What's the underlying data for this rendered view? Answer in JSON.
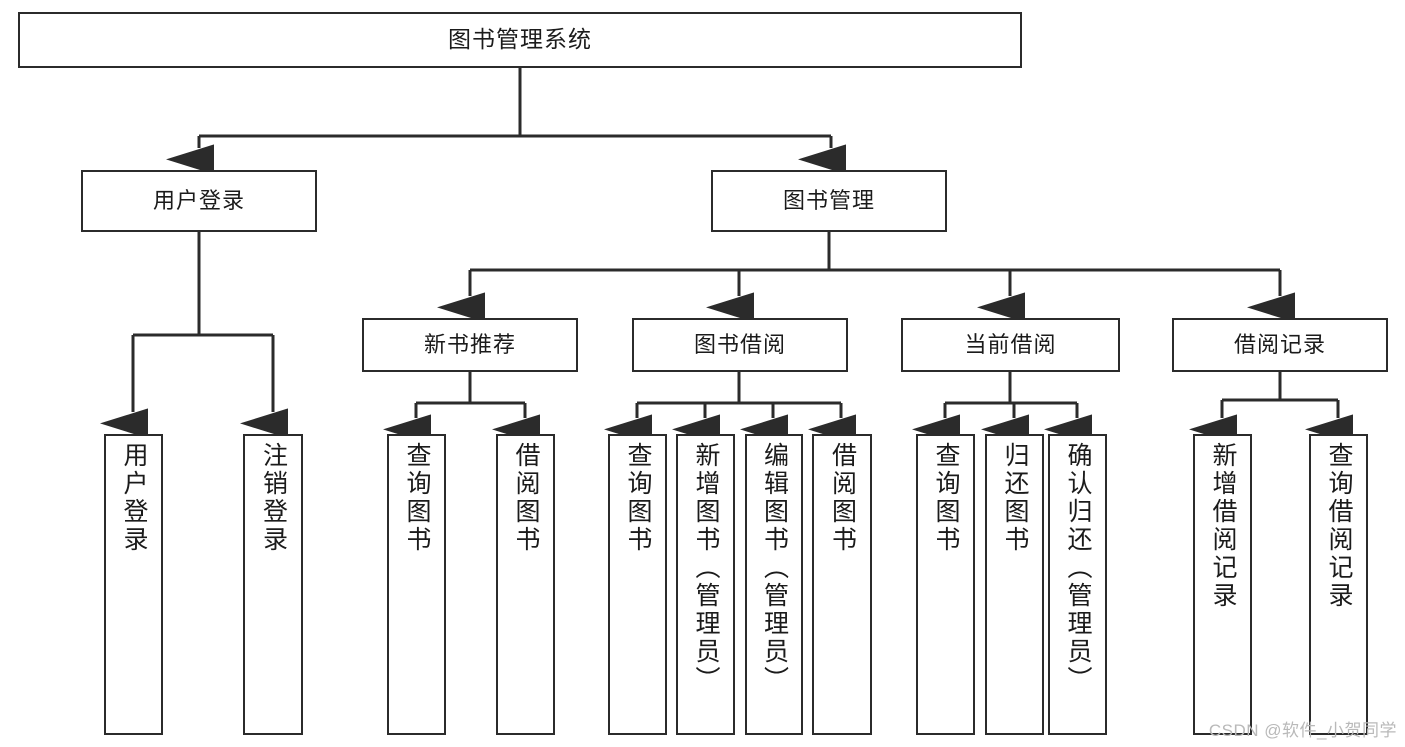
{
  "diagram": {
    "type": "tree",
    "title": "图书管理系统",
    "watermark": "CSDN @软件_小贺同学",
    "colors": {
      "background": "#ffffff",
      "node_border": "#2b2b2b",
      "node_fill": "#ffffff",
      "edge": "#2b2b2b",
      "text": "#1b1b1b",
      "watermark": "#b9b9b9"
    },
    "nodes": {
      "root": {
        "label": "图书管理系统"
      },
      "user_login": {
        "label": "用户登录"
      },
      "book_manage": {
        "label": "图书管理"
      },
      "new_book_rec": {
        "label": "新书推荐"
      },
      "book_borrow": {
        "label": "图书借阅"
      },
      "current_borrow": {
        "label": "当前借阅"
      },
      "borrow_record": {
        "label": "借阅记录"
      },
      "leaf_user_login": {
        "label": "用户登录"
      },
      "leaf_logout": {
        "label": "注销登录"
      },
      "leaf_query_book_1": {
        "label": "查询图书"
      },
      "leaf_borrow_book_1": {
        "label": "借阅图书"
      },
      "leaf_query_book_2": {
        "label": "查询图书"
      },
      "leaf_add_book": {
        "label": "新增图书（管理员）"
      },
      "leaf_edit_book": {
        "label": "编辑图书（管理员）"
      },
      "leaf_borrow_book_2": {
        "label": "借阅图书"
      },
      "leaf_query_book_3": {
        "label": "查询图书"
      },
      "leaf_return_book": {
        "label": "归还图书"
      },
      "leaf_confirm_return": {
        "label": "确认归还（管理员）"
      },
      "leaf_add_record": {
        "label": "新增借阅记录"
      },
      "leaf_query_record": {
        "label": "查询借阅记录"
      }
    },
    "edges": [
      {
        "from": "root",
        "to": "user_login"
      },
      {
        "from": "root",
        "to": "book_manage"
      },
      {
        "from": "user_login",
        "to": "leaf_user_login"
      },
      {
        "from": "user_login",
        "to": "leaf_logout"
      },
      {
        "from": "book_manage",
        "to": "new_book_rec"
      },
      {
        "from": "book_manage",
        "to": "book_borrow"
      },
      {
        "from": "book_manage",
        "to": "current_borrow"
      },
      {
        "from": "book_manage",
        "to": "borrow_record"
      },
      {
        "from": "new_book_rec",
        "to": "leaf_query_book_1"
      },
      {
        "from": "new_book_rec",
        "to": "leaf_borrow_book_1"
      },
      {
        "from": "book_borrow",
        "to": "leaf_query_book_2"
      },
      {
        "from": "book_borrow",
        "to": "leaf_add_book"
      },
      {
        "from": "book_borrow",
        "to": "leaf_edit_book"
      },
      {
        "from": "book_borrow",
        "to": "leaf_borrow_book_2"
      },
      {
        "from": "current_borrow",
        "to": "leaf_query_book_3"
      },
      {
        "from": "current_borrow",
        "to": "leaf_return_book"
      },
      {
        "from": "current_borrow",
        "to": "leaf_confirm_return"
      },
      {
        "from": "borrow_record",
        "to": "leaf_add_record"
      },
      {
        "from": "borrow_record",
        "to": "leaf_query_record"
      }
    ]
  }
}
